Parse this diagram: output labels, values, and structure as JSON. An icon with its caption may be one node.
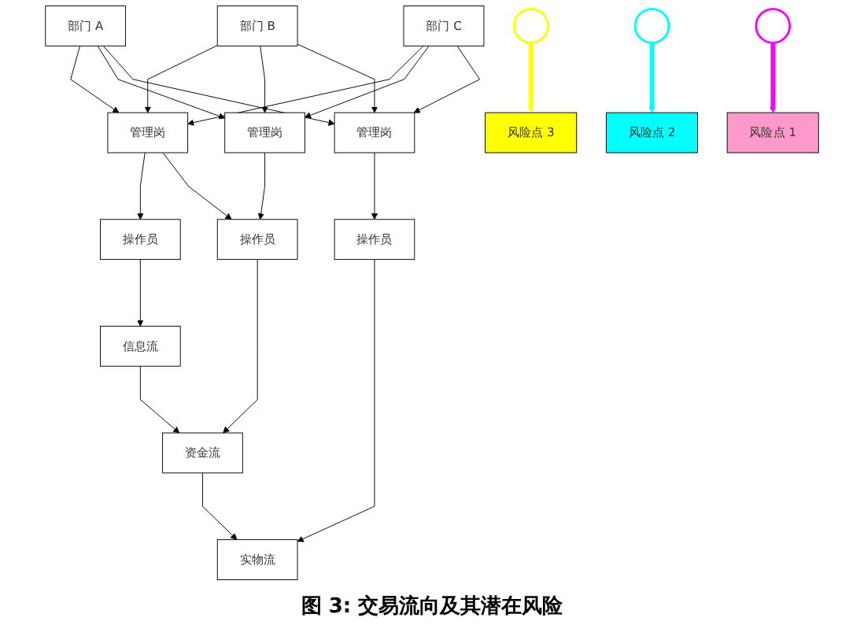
{
  "diagram": {
    "caption": "图 3: 交易流向及其潜在风险",
    "nodes": [
      {
        "text": [
          "部门 A"
        ]
      },
      {
        "text": [
          "部门 B"
        ]
      },
      {
        "text": [
          "部门 C"
        ]
      },
      {
        "text": [
          "管理岗"
        ]
      },
      {
        "text": [
          "管理岗"
        ]
      },
      {
        "text": [
          "管理岗"
        ]
      },
      {
        "text": [
          "操作员"
        ]
      },
      {
        "text": [
          "操作员"
        ]
      },
      {
        "text": [
          "操作员"
        ]
      },
      {
        "text": [
          "信息流"
        ]
      },
      {
        "text": [
          "资金流"
        ]
      },
      {
        "text": [
          "实物流"
        ]
      },
      {
        "text": [
          "风险点 3"
        ]
      },
      {
        "text": [
          "风险点 2"
        ]
      },
      {
        "text": [
          "风险点 1"
        ]
      },
      {
        "text": [],
        "shape": "ellipse"
      },
      {
        "text": [],
        "shape": "ellipse"
      },
      {
        "text": [],
        "shape": "ellipse"
      }
    ],
    "edges": [
      {
        "from": 0,
        "to": 3,
        "arrow": "to"
      },
      {
        "from": 0,
        "to": 4,
        "arrow": "to"
      },
      {
        "from": 0,
        "to": 5,
        "arrow": "to"
      },
      {
        "from": 1,
        "to": 3,
        "arrow": "to"
      },
      {
        "from": 1,
        "to": 4,
        "arrow": "to"
      },
      {
        "from": 1,
        "to": 5,
        "arrow": "to"
      },
      {
        "from": 2,
        "to": 3,
        "arrow": "to"
      },
      {
        "from": 2,
        "to": 4,
        "arrow": "to"
      },
      {
        "from": 2,
        "to": 5,
        "arrow": "to"
      },
      {
        "from": 3,
        "to": 6,
        "arrow": "to"
      },
      {
        "from": 3,
        "to": 7,
        "arrow": "to"
      },
      {
        "from": 4,
        "to": 7,
        "arrow": "to"
      },
      {
        "from": 5,
        "to": 8,
        "arrow": "to"
      },
      {
        "from": 6,
        "to": 9,
        "arrow": "to"
      },
      {
        "from": 7,
        "to": 10,
        "arrow": "to"
      },
      {
        "from": 8,
        "to": 11,
        "arrow": "to"
      },
      {
        "from": 9,
        "to": 10,
        "arrow": "to"
      },
      {
        "from": 10,
        "to": 11,
        "arrow": "to"
      },
      {
        "from": 15,
        "to": 12,
        "arrow": "to",
        "style": "thick",
        "color": "#ffff00"
      },
      {
        "from": 16,
        "to": 13,
        "arrow": "to",
        "style": "thick",
        "color": "#00ffff"
      },
      {
        "from": 17,
        "to": 14,
        "arrow": "to",
        "style": "thick",
        "color": "#ff00ff"
      }
    ]
  }
}
